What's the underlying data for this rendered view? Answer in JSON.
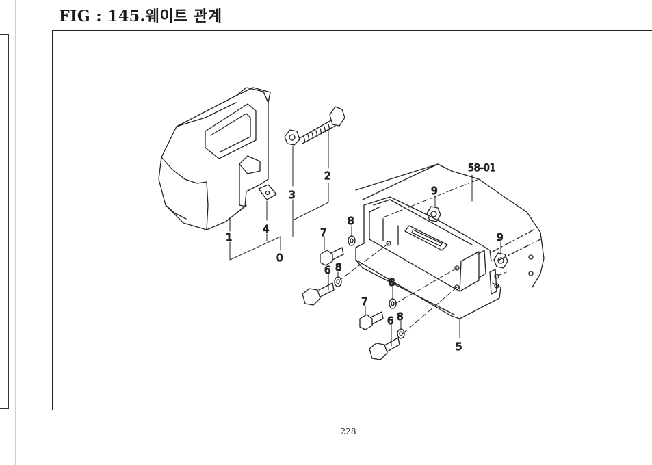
{
  "header": {
    "title": "FIG : 145.웨이트 관계"
  },
  "diagram": {
    "callouts": {
      "c0": "0",
      "c1": "1",
      "c2": "2",
      "c3": "3",
      "c4": "4",
      "c5": "5",
      "c6a": "6",
      "c6b": "6",
      "c7a": "7",
      "c7b": "7",
      "c8a": "8",
      "c8b": "8",
      "c8c": "8",
      "c8d": "8",
      "c9a": "9",
      "c9b": "9",
      "ref": "58-01"
    }
  },
  "footer": {
    "page_number": "228"
  }
}
